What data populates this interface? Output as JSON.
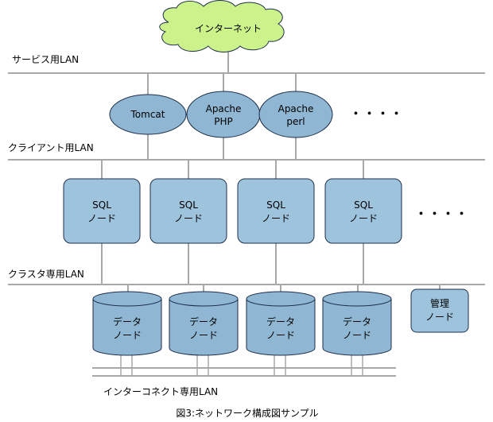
{
  "internet": {
    "label": "インターネット"
  },
  "lans": {
    "service": "サービス用LAN",
    "client": "クライアント用LAN",
    "cluster": "クラスタ専用LAN",
    "interconnect": "インターコネクト専用LAN"
  },
  "web_servers": [
    {
      "lines": [
        "Tomcat"
      ]
    },
    {
      "lines": [
        "Apache",
        "PHP"
      ]
    },
    {
      "lines": [
        "Apache",
        "perl"
      ]
    }
  ],
  "sql_nodes": [
    {
      "lines": [
        "SQL",
        "ノード"
      ]
    },
    {
      "lines": [
        "SQL",
        "ノード"
      ]
    },
    {
      "lines": [
        "SQL",
        "ノード"
      ]
    },
    {
      "lines": [
        "SQL",
        "ノード"
      ]
    }
  ],
  "data_nodes": [
    {
      "lines": [
        "データ",
        "ノード"
      ]
    },
    {
      "lines": [
        "データ",
        "ノード"
      ]
    },
    {
      "lines": [
        "データ",
        "ノード"
      ]
    },
    {
      "lines": [
        "データ",
        "ノード"
      ]
    }
  ],
  "management_node": {
    "lines": [
      "管理",
      "ノード"
    ]
  },
  "ellipsis": "・・・・",
  "caption": "図3:ネットワーク構成図サンプル"
}
